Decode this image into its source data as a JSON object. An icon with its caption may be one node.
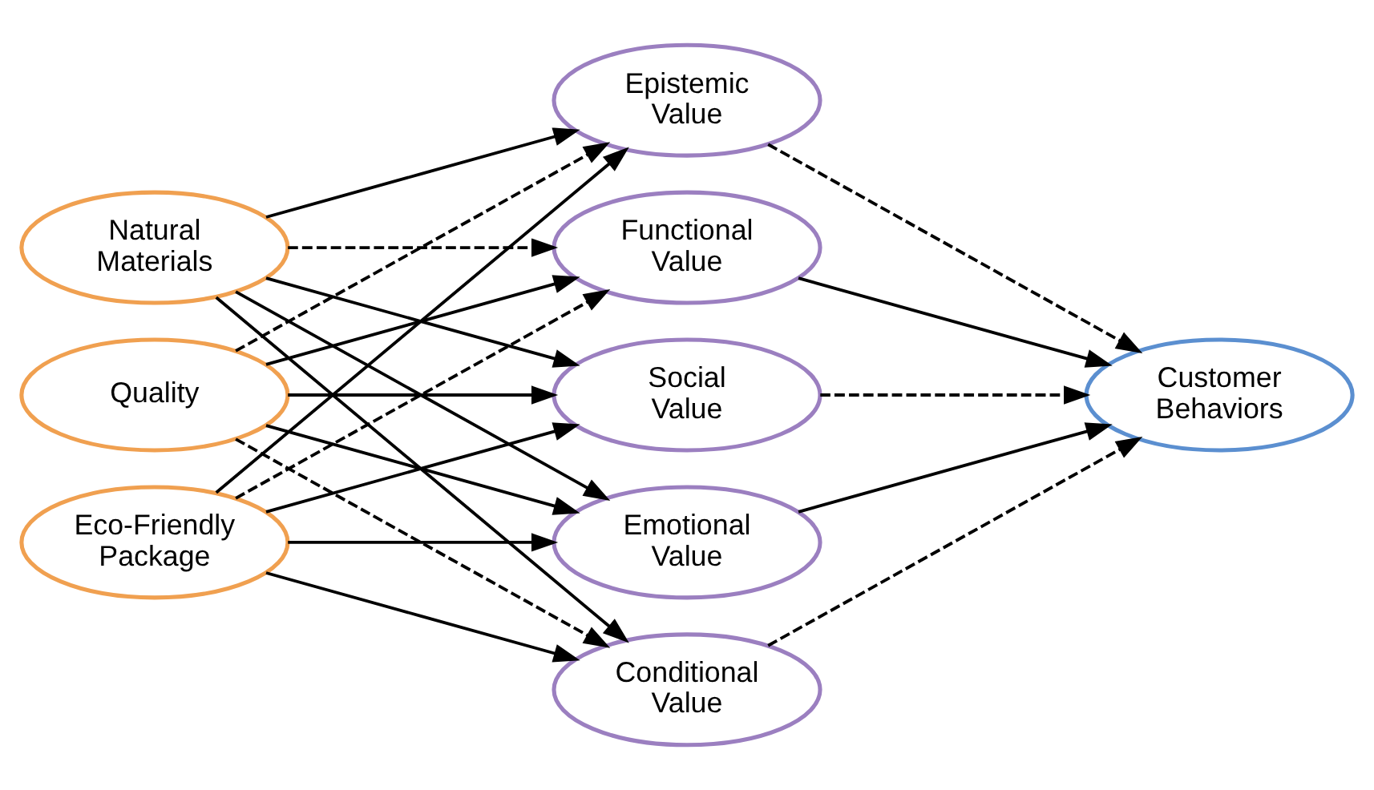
{
  "diagram": {
    "nodes": [
      {
        "text": [
          "Natural Materials"
        ]
      },
      {
        "text": [
          "Quality"
        ]
      },
      {
        "text": [
          "Eco-Friendly Package"
        ]
      },
      {
        "text": [
          "Functional Value"
        ]
      },
      {
        "text": [
          "Social Value"
        ]
      },
      {
        "text": [
          "Emotional Value"
        ]
      },
      {
        "text": [
          "Conditional Value"
        ]
      },
      {
        "text": [
          "Epistemic Value"
        ]
      },
      {
        "text": [
          "Customer Behaviors"
        ]
      }
    ],
    "edges": [
      {
        "from": 0,
        "to": 3,
        "arrow": "to",
        "style": "dashed"
      },
      {
        "from": 0,
        "to": 4,
        "arrow": "to"
      },
      {
        "from": 0,
        "to": 5,
        "arrow": "to"
      },
      {
        "from": 0,
        "to": 6,
        "arrow": "to"
      },
      {
        "from": 0,
        "to": 7,
        "arrow": "to"
      },
      {
        "from": 1,
        "to": 3,
        "arrow": "to"
      },
      {
        "from": 1,
        "to": 4,
        "arrow": "to"
      },
      {
        "from": 1,
        "to": 5,
        "arrow": "to"
      },
      {
        "from": 1,
        "to": 6,
        "arrow": "to",
        "style": "dashed"
      },
      {
        "from": 1,
        "to": 7,
        "arrow": "to",
        "style": "dashed"
      },
      {
        "from": 2,
        "to": 3,
        "arrow": "to",
        "style": "dashed"
      },
      {
        "from": 2,
        "to": 4,
        "arrow": "to"
      },
      {
        "from": 2,
        "to": 5,
        "arrow": "to"
      },
      {
        "from": 2,
        "to": 6,
        "arrow": "to"
      },
      {
        "from": 2,
        "to": 7,
        "arrow": "to"
      },
      {
        "from": 3,
        "to": 8,
        "arrow": "to"
      },
      {
        "from": 4,
        "to": 8,
        "arrow": "to",
        "style": "dashed"
      },
      {
        "from": 5,
        "to": 8,
        "arrow": "to"
      },
      {
        "from": 6,
        "to": 8,
        "arrow": "to",
        "style": "dashed"
      },
      {
        "from": 7,
        "to": 8,
        "arrow": "to",
        "style": "dashed"
      }
    ]
  }
}
